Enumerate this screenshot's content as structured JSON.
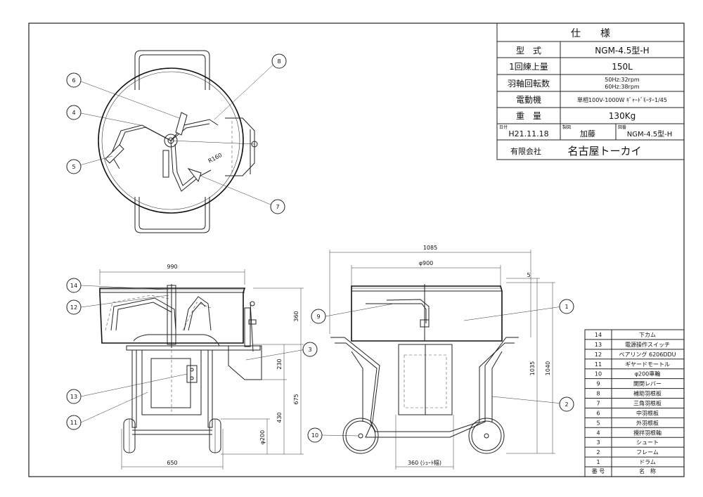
{
  "spec": {
    "title": "仕　　様",
    "rows": [
      {
        "label": "型　式",
        "value": "NGM-4.5型-H"
      },
      {
        "label": "1回練上量",
        "value": "150L"
      },
      {
        "label": "羽軸回転数",
        "value": "50Hz:32rpm",
        "value2": "60Hz:38rpm"
      },
      {
        "label": "電動機",
        "value": "単相100V-1000W ｷﾞｬｰﾄﾞﾓｰﾀｰ1/45"
      },
      {
        "label": "重　量",
        "value": "130Kg"
      }
    ],
    "date_caption": "日付",
    "date": "H21.11.18",
    "drafter_caption": "製図",
    "drafter": "加藤",
    "drawing_caption": "図番",
    "drawing_no": "NGM-4.5型-H",
    "company_prefix": "有限会社",
    "company_name": "名古屋トーカイ"
  },
  "dimensions": {
    "front_width": "990",
    "front_base": "650",
    "side_width": "1085",
    "drum_dia": "φ900",
    "chute_width": "360 (ｼｭｰﾄ幅)",
    "h360": "360",
    "h230": "230",
    "h675": "675",
    "h430": "430",
    "wheel_dia": "φ200",
    "h5": "5",
    "h1035": "1035",
    "h1040": "1040",
    "radius": "R160"
  },
  "callouts": [
    "1",
    "2",
    "3",
    "4",
    "5",
    "6",
    "7",
    "8",
    "9",
    "10",
    "11",
    "12",
    "13",
    "14"
  ],
  "parts": {
    "rows": [
      {
        "no": "14",
        "name": "下カム"
      },
      {
        "no": "13",
        "name": "電源操作スイッチ"
      },
      {
        "no": "12",
        "name": "ベアリング 6206DDU"
      },
      {
        "no": "11",
        "name": "ギヤードモートル"
      },
      {
        "no": "10",
        "name": "φ200車輪"
      },
      {
        "no": "9",
        "name": "開閉レバー"
      },
      {
        "no": "8",
        "name": "補助羽根板"
      },
      {
        "no": "7",
        "name": "三角羽根板"
      },
      {
        "no": "6",
        "name": "中羽根板"
      },
      {
        "no": "5",
        "name": "外羽根板"
      },
      {
        "no": "4",
        "name": "攪拌羽根軸"
      },
      {
        "no": "3",
        "name": "シュート"
      },
      {
        "no": "2",
        "name": "フレーム"
      },
      {
        "no": "1",
        "name": "ドラム"
      }
    ],
    "header_no": "番 号",
    "header_name": "名　称"
  }
}
